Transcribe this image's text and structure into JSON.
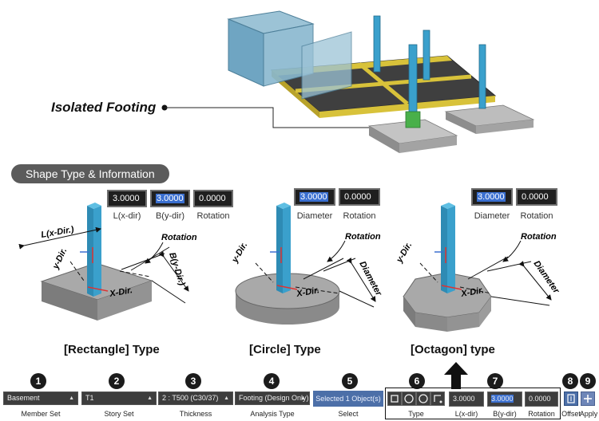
{
  "hero": {
    "label": "Isolated Footing"
  },
  "section_title": "Shape Type & Information",
  "rect": {
    "title": "[Rectangle] Type",
    "fields": [
      {
        "value": "3.0000",
        "caption": "L(x-dir)"
      },
      {
        "value": "3.0000",
        "caption": "B(y-dir)"
      },
      {
        "value": "0.0000",
        "caption": "Rotation"
      }
    ],
    "labels": {
      "l": "L(x-Dir.)",
      "y": "y-Dir.",
      "x": "X-Dir.",
      "b": "B(y-Dir.)",
      "rot": "Rotation"
    }
  },
  "circle": {
    "title": "[Circle] Type",
    "fields": [
      {
        "value": "3.0000",
        "caption": "Diameter"
      },
      {
        "value": "0.0000",
        "caption": "Rotation"
      }
    ],
    "labels": {
      "y": "y-Dir.",
      "x": "X-Dir.",
      "d": "Diameter",
      "rot": "Rotation"
    }
  },
  "octagon": {
    "title": "[Octagon] type",
    "fields": [
      {
        "value": "3.0000",
        "caption": "Diameter"
      },
      {
        "value": "0.0000",
        "caption": "Rotation"
      }
    ],
    "labels": {
      "y": "y-Dir.",
      "x": "X-Dir.",
      "d": "Diameter",
      "rot": "Rotation"
    }
  },
  "toolbar": {
    "badges": [
      "1",
      "2",
      "3",
      "4",
      "5",
      "6",
      "7",
      "8",
      "9"
    ],
    "member_set": {
      "value": "Basement",
      "caption": "Member Set"
    },
    "story_set": {
      "value": "T1",
      "caption": "Story Set"
    },
    "thickness": {
      "value": "2 : T500 (C30/37)",
      "caption": "Thickness"
    },
    "analysis_type": {
      "value": "Footing (Design Only)",
      "caption": "Analysis Type"
    },
    "select": {
      "value": "Selected 1 Object(s)",
      "caption": "Select"
    },
    "type_caption": "Type",
    "lx": {
      "value": "3.0000",
      "caption": "L(x-dir)"
    },
    "by": {
      "value": "3.0000",
      "caption": "B(y-dir)"
    },
    "rotation": {
      "value": "0.0000",
      "caption": "Rotation"
    },
    "offset_caption": "Offset",
    "apply_caption": "Apply"
  },
  "colors": {
    "column": "#3aa0cc",
    "beam": "#d8c23a",
    "slab": "#444444",
    "footing": "#9a9a9a",
    "accent": "#3a6fd0"
  }
}
